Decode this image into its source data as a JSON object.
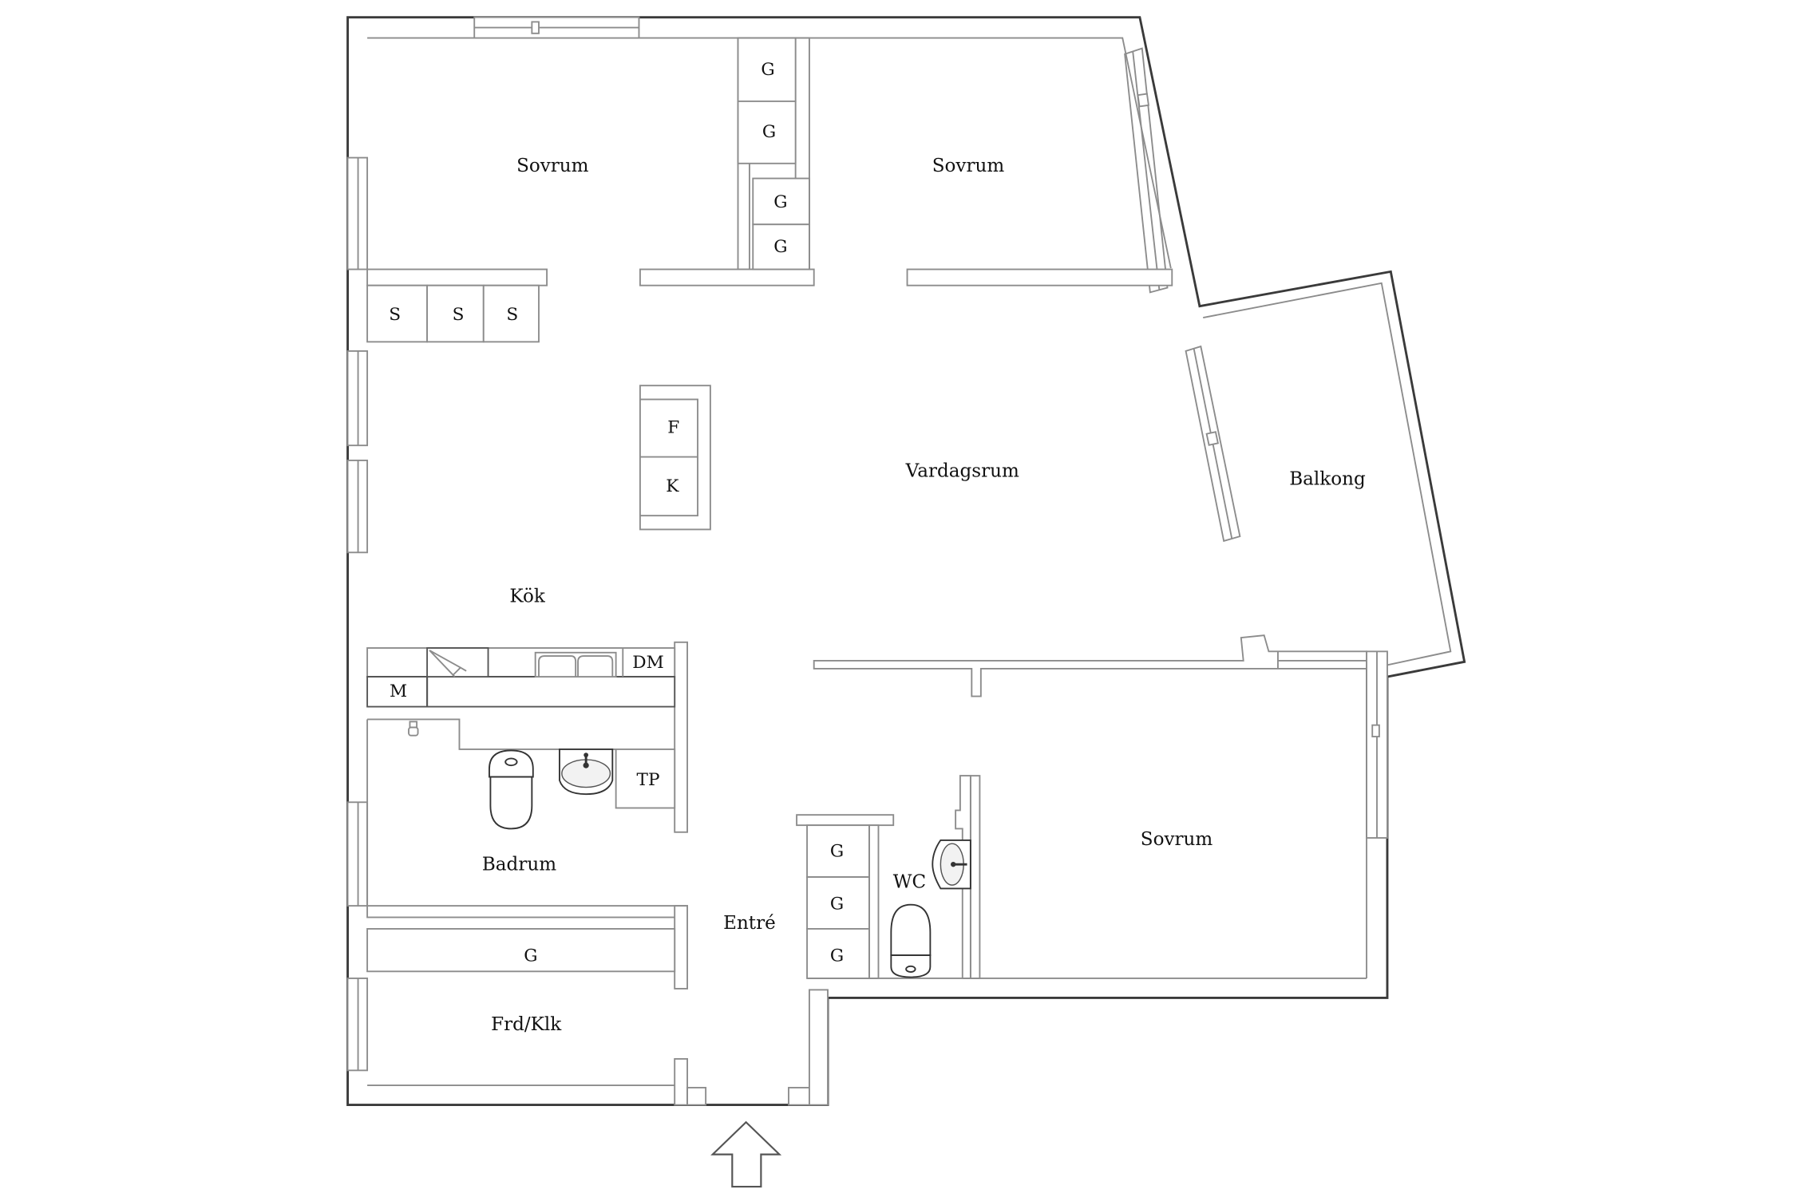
{
  "plan": {
    "rooms": {
      "sovrum_nw": "Sovrum",
      "sovrum_ne": "Sovrum",
      "vardagsrum": "Vardagsrum",
      "balkong": "Balkong",
      "kok": "Kök",
      "badrum": "Badrum",
      "entre": "Entré",
      "wc": "WC",
      "sovrum_se": "Sovrum",
      "frd_klk": "Frd/Klk"
    },
    "fixtures": {
      "wardrobe_nw_1": "G",
      "wardrobe_nw_2": "G",
      "wardrobe_ne_1": "G",
      "wardrobe_ne_2": "G",
      "cabinet_s_1": "S",
      "cabinet_s_2": "S",
      "cabinet_s_3": "S",
      "fridge": "F",
      "freezer": "K",
      "dishwasher": "DM",
      "microwave": "M",
      "washer_dryer": "TP",
      "wardrobe_entre_1": "G",
      "wardrobe_entre_2": "G",
      "wardrobe_entre_3": "G",
      "wardrobe_frd": "G"
    },
    "entrance_arrow": "arrow-up-icon"
  }
}
